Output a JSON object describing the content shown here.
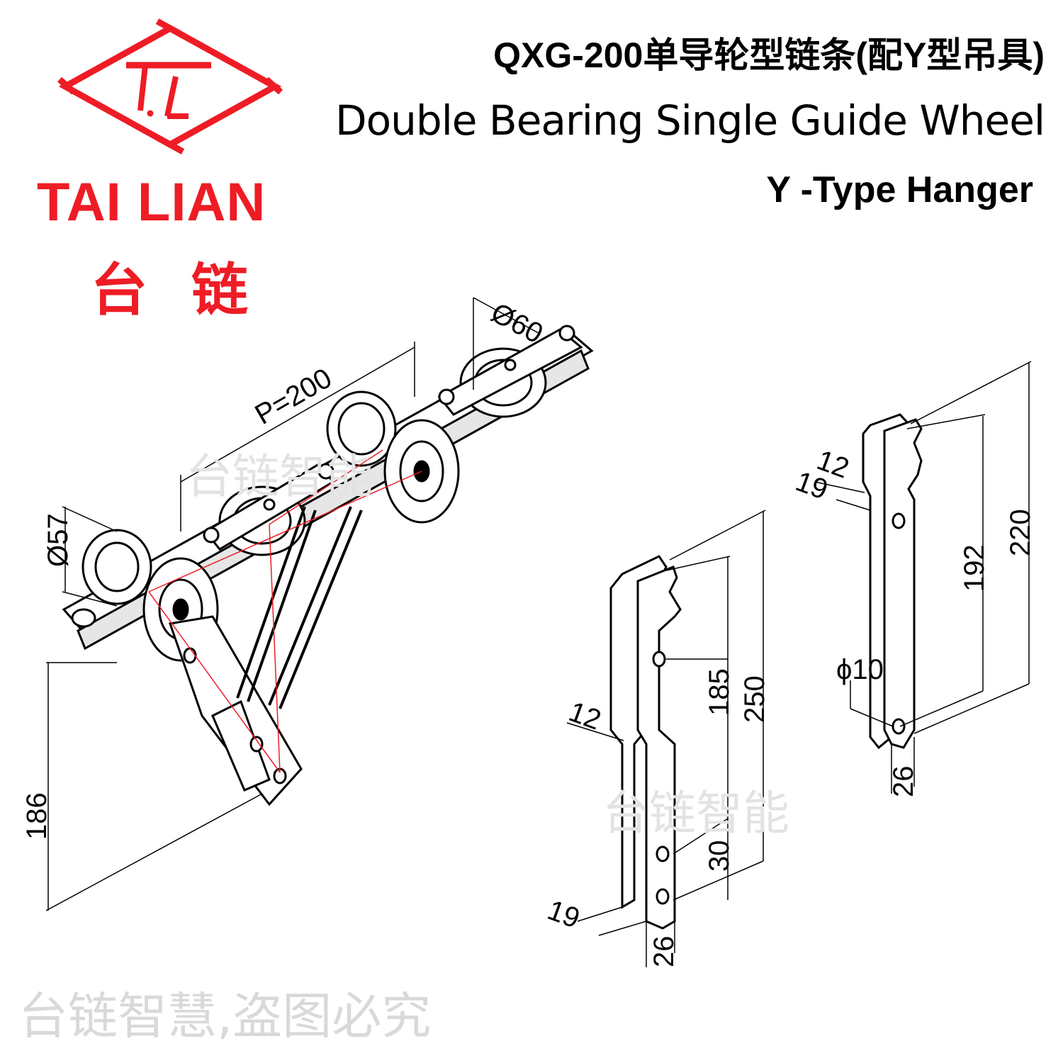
{
  "header": {
    "title_cn": "QXG-200单导轮型链条(配Y型吊具)",
    "title_en_line1": "Double Bearing Single Guide Wheel",
    "title_en_line2": "Y -Type Hanger"
  },
  "logo": {
    "mark_text": "T.L",
    "brand_en": "TAI  LIAN",
    "brand_cn_1": "台",
    "brand_cn_2": "链",
    "color": "#ee1c25"
  },
  "watermarks": {
    "small_1": "台链智能",
    "small_2": "台链智能",
    "bottom": "台链智慧,盗图必究"
  },
  "dimensions": {
    "chain": {
      "wheel_small_dia": "Ø57",
      "wheel_large_dia": "Ø60",
      "pitch": "P=200",
      "height": "186"
    },
    "hanger_long": {
      "slot": "12",
      "thickness": "19",
      "width": "26",
      "hole_spacing": "30",
      "hole_height": "185",
      "total_length": "250"
    },
    "hanger_short": {
      "slot": "12",
      "thickness": "19",
      "hole_dia": "ϕ10",
      "hole_height": "192",
      "total_length": "220",
      "width": "26"
    }
  }
}
